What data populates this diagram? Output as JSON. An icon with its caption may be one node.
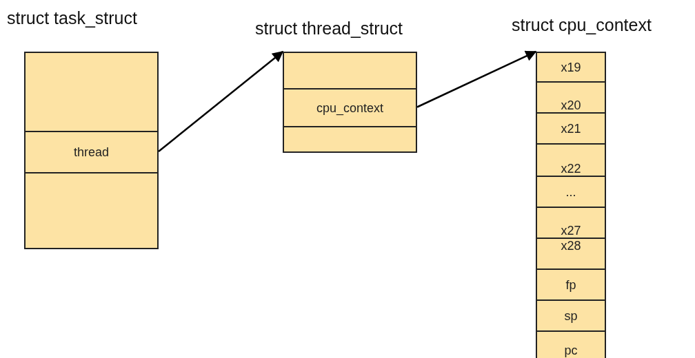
{
  "diagram": {
    "nodes": [
      {
        "text": [
          "struct task_struct"
        ]
      },
      {
        "text": [],
        "shape": "box",
        "in": 0
      },
      {
        "text": [
          "thread"
        ],
        "in": 0
      },
      {
        "text": [],
        "shape": "box",
        "in": 0
      },
      {
        "text": [
          "struct thread_struct"
        ]
      },
      {
        "text": [],
        "shape": "box",
        "in": 4
      },
      {
        "text": [
          "cpu_context"
        ],
        "in": 4
      },
      {
        "text": [],
        "shape": "box",
        "in": 4
      },
      {
        "text": [
          "struct cpu_context"
        ]
      },
      {
        "text": [
          "x19"
        ],
        "in": 8
      },
      {
        "text": [
          "x20"
        ],
        "in": 8
      },
      {
        "text": [
          "x21"
        ],
        "in": 8
      },
      {
        "text": [
          "x22"
        ],
        "in": 8
      },
      {
        "text": [
          "..."
        ],
        "in": 8
      },
      {
        "text": [
          "x27"
        ],
        "in": 8
      },
      {
        "text": [
          "x28"
        ],
        "in": 8
      },
      {
        "text": [
          "fp"
        ],
        "in": 8
      },
      {
        "text": [
          "sp"
        ],
        "in": 8
      },
      {
        "text": [
          "pc"
        ],
        "in": 8
      }
    ],
    "edges": [
      {
        "from": 2,
        "to": 4,
        "arrow": "to"
      },
      {
        "from": 6,
        "to": 8,
        "arrow": "to"
      }
    ]
  }
}
